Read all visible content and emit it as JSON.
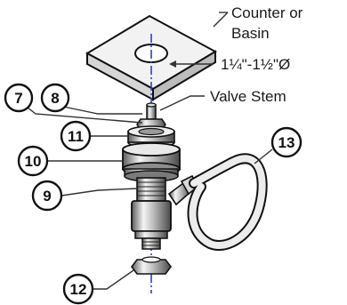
{
  "labels": {
    "counter_line1": "Counter or",
    "counter_line2": "Basin",
    "hole_size": "1¼\"-1½\"Ø",
    "valve_stem": "Valve Stem"
  },
  "callouts": [
    "7",
    "8",
    "11",
    "10",
    "9",
    "12",
    "13"
  ],
  "colors": {
    "outline": "#111111",
    "centerline": "#2a3fd6",
    "counter_fill": "#f0f0f0",
    "metal_light": "#dcdcdc",
    "metal_dark": "#6b6b6b"
  }
}
